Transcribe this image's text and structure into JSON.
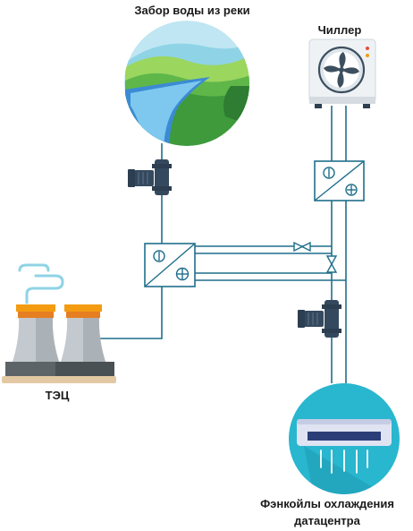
{
  "labels": {
    "river": "Забор воды из реки",
    "chiller": "Чиллер",
    "chp": "ТЭЦ",
    "fancoils_line1": "Фэнкойлы охлаждения",
    "fancoils_line2": "датацентра"
  },
  "icons": [
    "river-landscape-icon",
    "chiller-icon",
    "heat-exchanger-icon",
    "pump-icon",
    "valve-icon",
    "power-plant-icon",
    "fancoil-icon"
  ],
  "colors": {
    "pipe": "#1f6f8b",
    "exchanger_stroke": "#1f6f8b",
    "pump": "#34495e",
    "fancoil_circle": "#29b6cf",
    "tower_top": "#f39c12",
    "tower_body": "#bdc3c7"
  }
}
